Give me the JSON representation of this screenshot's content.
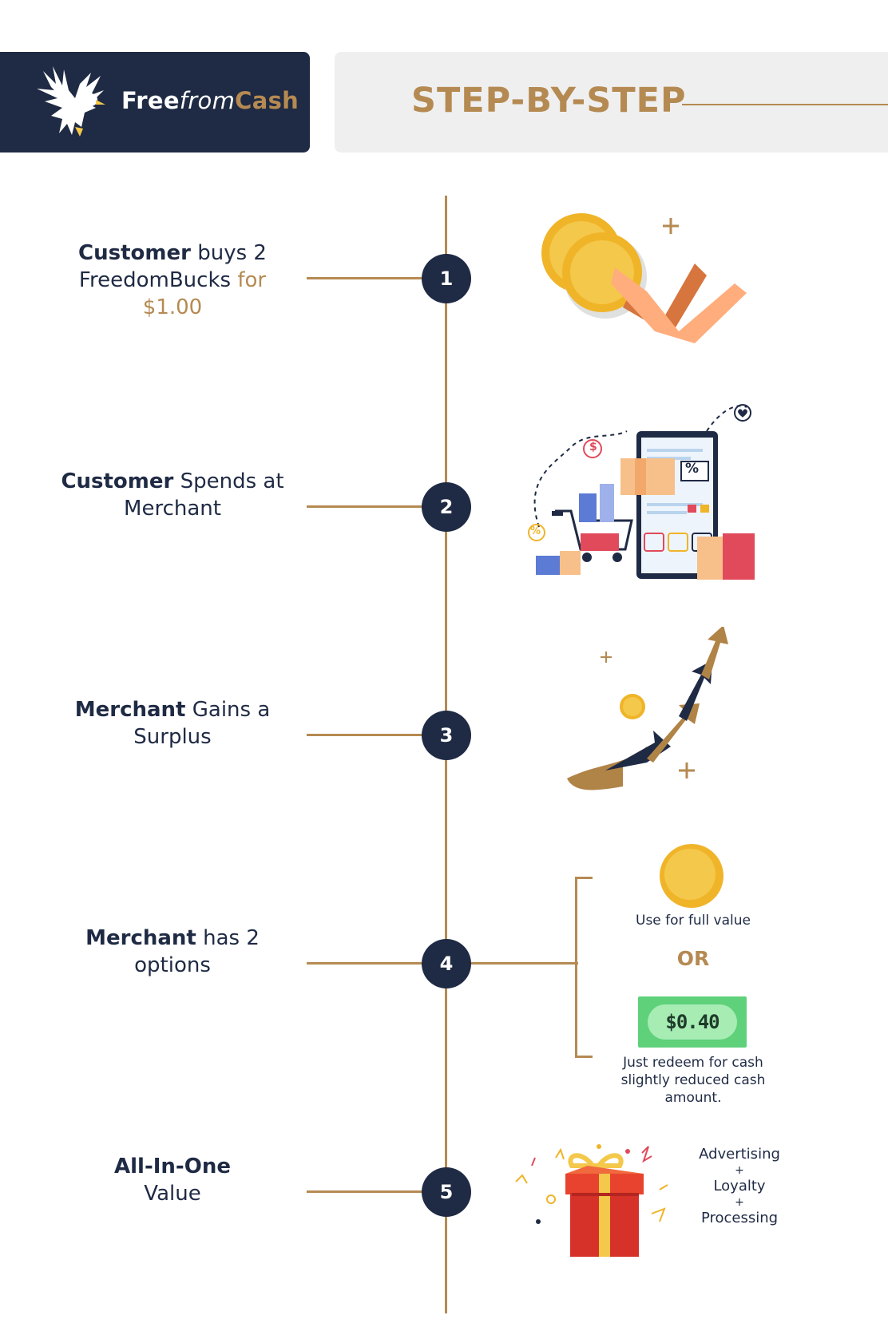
{
  "header": {
    "brand_start": "Free",
    "brand_mid": "from",
    "brand_end": "Cash",
    "title": "STEP-BY-STEP"
  },
  "steps": [
    {
      "number": "1",
      "bold": "Customer",
      "text_a": " buys 2 FreedomBucks ",
      "gold": "for",
      "text_b": "",
      "gold2": "$1.00"
    },
    {
      "number": "2",
      "bold": "Customer",
      "text_a": " Spends at Merchant"
    },
    {
      "number": "3",
      "bold": "Merchant",
      "text_a": " Gains a Surplus"
    },
    {
      "number": "4",
      "bold": "Merchant",
      "text_a": " has 2 options"
    },
    {
      "number": "5",
      "bold": "All-In-One",
      "text_a": "Value"
    }
  ],
  "options": {
    "full_value_label": "Use for full value",
    "or_label": "OR",
    "bill_amount": "$0.40",
    "redeem_line1": "Just redeem for cash",
    "redeem_line2": "slightly reduced cash",
    "redeem_line3": "amount."
  },
  "value_stack": [
    "Advertising",
    "+",
    "Loyalty",
    "+",
    "Processing"
  ],
  "colors": {
    "navy": "#1f2a44",
    "gold": "#b58a52",
    "coin": "#f4c84a",
    "bill": "#5fd17a"
  }
}
